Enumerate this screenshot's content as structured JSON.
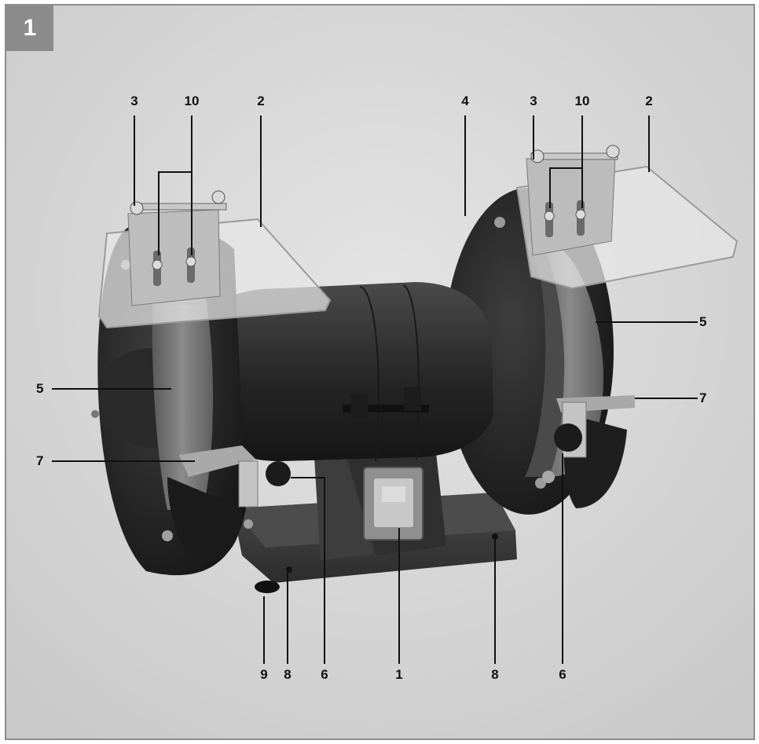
{
  "figure": {
    "number": "1"
  },
  "callouts": {
    "top": [
      "3",
      "10",
      "2",
      "4",
      "3",
      "10",
      "2"
    ],
    "left": [
      "5",
      "7"
    ],
    "right": [
      "5",
      "7"
    ],
    "bottom": [
      "9",
      "8",
      "6",
      "1",
      "8",
      "6"
    ]
  },
  "colors": {
    "background": "#d7d7d7",
    "machine_body": "#2a2a2a",
    "base": "#3a3a3a",
    "grinding_wheel": "#6f6f6f",
    "guard_plate": "#bdbdbd",
    "badge": "#8b8b8b"
  }
}
